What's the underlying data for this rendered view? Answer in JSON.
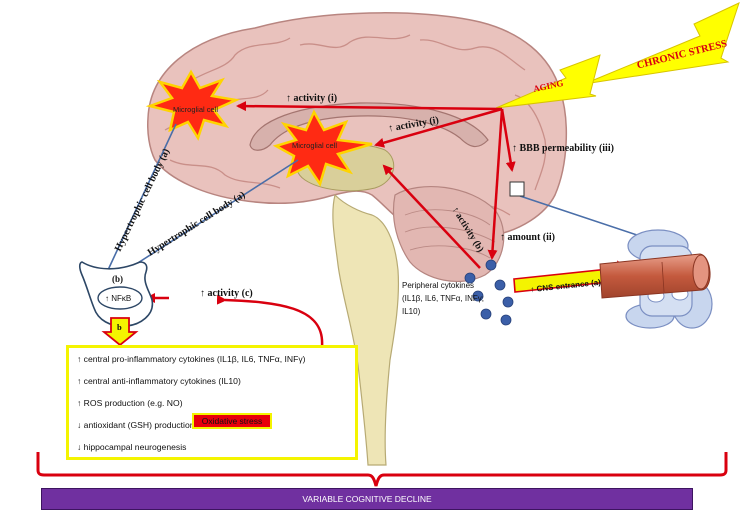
{
  "triggers": {
    "chronic_stress": "CHRONIC STRESS",
    "aging": "AGING"
  },
  "microglia": {
    "cortical_label": "Microglial cell",
    "central_label": "Microglial cell"
  },
  "arrows": {
    "activity_cortex": "↑ activity (i)",
    "activity_central": "↑ activity (i)",
    "bbb": "↑ BBB permeability (iii)",
    "amount": "↑ amount (ii)",
    "activity_periph": "↑ activity (b)",
    "activity_nfkb": "↑ activity (c)",
    "hypertrophic_a1": "Hypertrophic cell body (a)",
    "hypertrophic_a2": "Hypertrophic cell body (a)",
    "cns_entrance": "↑ CNS entrance (a)"
  },
  "peripheral": {
    "line1": "Peripheral cytokines",
    "line2": "(IL1β, IL6, TNFα, INFγ;",
    "line3": "IL10)"
  },
  "cell": {
    "b_label_top": "(b)",
    "nfkb": "↑ NFκB",
    "b_label_bottom": "b"
  },
  "effects": {
    "pro": "↑ central pro-inflammatory cytokines (IL1β, IL6, TNFα, INFγ)",
    "anti": "↑ central anti-inflammatory cytokines (IL10)",
    "ros": "↑ ROS production (e.g. NO)",
    "antioxidant": "↓ antioxidant (GSH) production",
    "neurogenesis": "↓ hippocampal neurogenesis"
  },
  "oxidative_stress": "Oxidative stress",
  "outcome": "VARIABLE COGNITIVE DECLINE",
  "colors": {
    "arrow_red": "#d9000f",
    "lightning": "#ffff00",
    "box_yellow": "#f4f400",
    "purple": "#7030a0",
    "brain_pink": "#e8b8b5",
    "cytokine_blue": "#3b5fa8"
  }
}
